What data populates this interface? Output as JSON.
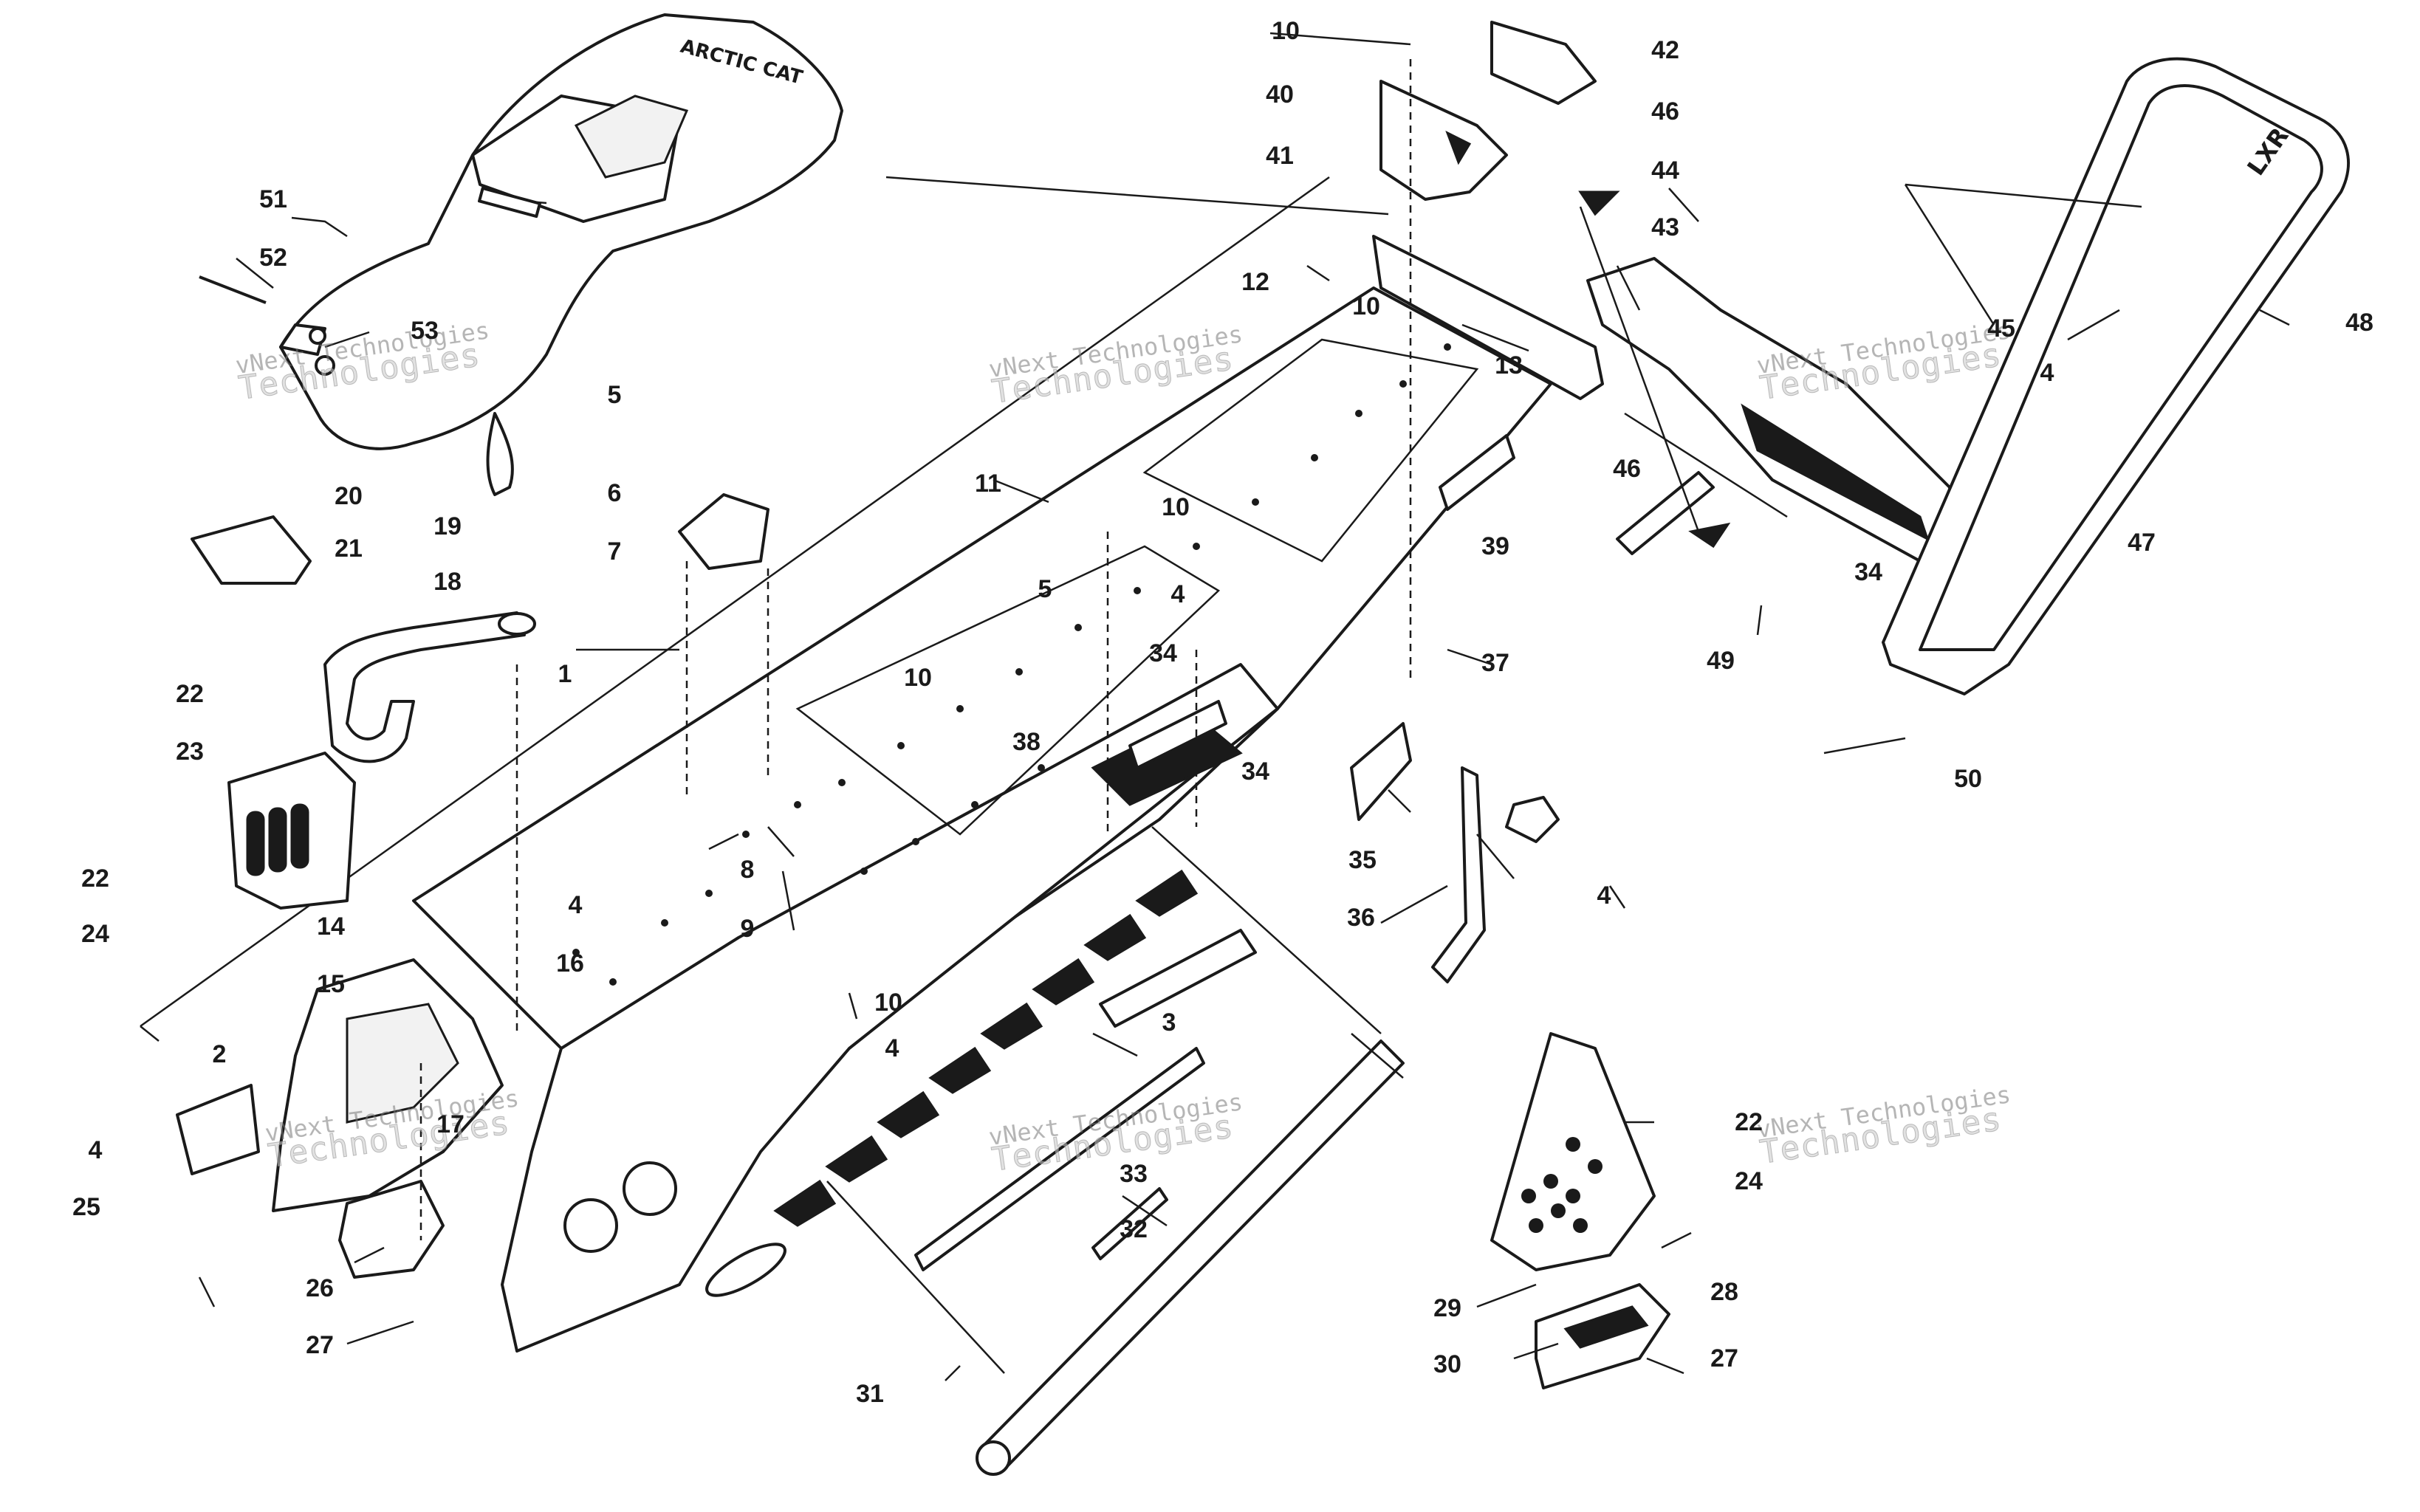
{
  "watermark": {
    "line1": "vNext Technologies",
    "line2": "Technologies"
  },
  "callouts": [
    {
      "id": "1",
      "label": "1"
    },
    {
      "id": "2",
      "label": "2"
    },
    {
      "id": "3",
      "label": "3"
    },
    {
      "id": "4a",
      "label": "4"
    },
    {
      "id": "4b",
      "label": "4"
    },
    {
      "id": "4c",
      "label": "4"
    },
    {
      "id": "4d",
      "label": "4"
    },
    {
      "id": "4e",
      "label": "4"
    },
    {
      "id": "4f",
      "label": "4"
    },
    {
      "id": "5a",
      "label": "5"
    },
    {
      "id": "5b",
      "label": "5"
    },
    {
      "id": "6",
      "label": "6"
    },
    {
      "id": "7",
      "label": "7"
    },
    {
      "id": "8",
      "label": "8"
    },
    {
      "id": "9",
      "label": "9"
    },
    {
      "id": "10a",
      "label": "10"
    },
    {
      "id": "10b",
      "label": "10"
    },
    {
      "id": "10c",
      "label": "10"
    },
    {
      "id": "10d",
      "label": "10"
    },
    {
      "id": "10e",
      "label": "10"
    },
    {
      "id": "11",
      "label": "11"
    },
    {
      "id": "12",
      "label": "12"
    },
    {
      "id": "13",
      "label": "13"
    },
    {
      "id": "14",
      "label": "14"
    },
    {
      "id": "15",
      "label": "15"
    },
    {
      "id": "16",
      "label": "16"
    },
    {
      "id": "17",
      "label": "17"
    },
    {
      "id": "18",
      "label": "18"
    },
    {
      "id": "19",
      "label": "19"
    },
    {
      "id": "20",
      "label": "20"
    },
    {
      "id": "21",
      "label": "21"
    },
    {
      "id": "22a",
      "label": "22"
    },
    {
      "id": "22b",
      "label": "22"
    },
    {
      "id": "22c",
      "label": "22"
    },
    {
      "id": "23",
      "label": "23"
    },
    {
      "id": "24a",
      "label": "24"
    },
    {
      "id": "24b",
      "label": "24"
    },
    {
      "id": "25",
      "label": "25"
    },
    {
      "id": "26",
      "label": "26"
    },
    {
      "id": "27a",
      "label": "27"
    },
    {
      "id": "27b",
      "label": "27"
    },
    {
      "id": "28",
      "label": "28"
    },
    {
      "id": "29",
      "label": "29"
    },
    {
      "id": "30",
      "label": "30"
    },
    {
      "id": "31",
      "label": "31"
    },
    {
      "id": "32",
      "label": "32"
    },
    {
      "id": "33",
      "label": "33"
    },
    {
      "id": "34a",
      "label": "34"
    },
    {
      "id": "34b",
      "label": "34"
    },
    {
      "id": "34c",
      "label": "34"
    },
    {
      "id": "35",
      "label": "35"
    },
    {
      "id": "36",
      "label": "36"
    },
    {
      "id": "37",
      "label": "37"
    },
    {
      "id": "38",
      "label": "38"
    },
    {
      "id": "39",
      "label": "39"
    },
    {
      "id": "40",
      "label": "40"
    },
    {
      "id": "41",
      "label": "41"
    },
    {
      "id": "42",
      "label": "42"
    },
    {
      "id": "43",
      "label": "43"
    },
    {
      "id": "44",
      "label": "44"
    },
    {
      "id": "45",
      "label": "45"
    },
    {
      "id": "46a",
      "label": "46"
    },
    {
      "id": "46b",
      "label": "46"
    },
    {
      "id": "47",
      "label": "47"
    },
    {
      "id": "48",
      "label": "48"
    },
    {
      "id": "49",
      "label": "49"
    },
    {
      "id": "50",
      "label": "50"
    },
    {
      "id": "51",
      "label": "51"
    },
    {
      "id": "52",
      "label": "52"
    },
    {
      "id": "53",
      "label": "53"
    }
  ]
}
